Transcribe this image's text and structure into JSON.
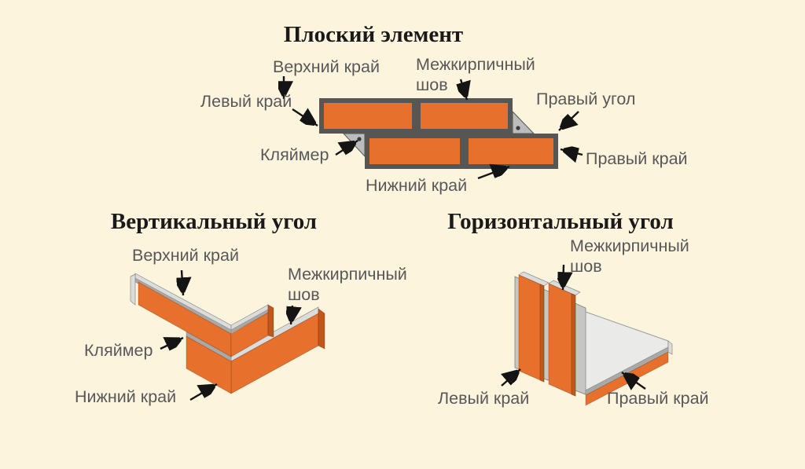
{
  "colors": {
    "background": "#FCF4DC",
    "brick_orange": "#E8702D",
    "brick_dark": "#C2571D",
    "seam_dark": "#565655",
    "clamp_gray": "#BCBCBC",
    "metal_light": "#DCDCDA",
    "metal_mid": "#A9A9A7",
    "plate_light": "#EAEAE8",
    "backing_gray": "#C6C6C4",
    "label_gray": "#58585A",
    "title_black": "#1A1A1A",
    "arrow_black": "#141414"
  },
  "diagrams": {
    "flat": {
      "title": "Плоский элемент",
      "labels": {
        "top_edge": "Верхний край",
        "seam": "Межкирпичный шов",
        "left_edge": "Левый край",
        "right_corner": "Правый угол",
        "clamp": "Кляймер",
        "right_edge": "Правый край",
        "bottom_edge": "Нижний край"
      }
    },
    "vertical": {
      "title": "Вертикальный угол",
      "labels": {
        "top_edge": "Верхний край",
        "seam": "Межкирпичный шов",
        "clamp": "Кляймер",
        "bottom_edge": "Нижний край"
      }
    },
    "horizontal": {
      "title": "Горизонтальный угол",
      "labels": {
        "seam": "Межкирпичный шов",
        "left_edge": "Левый край",
        "right_edge": "Правый край"
      }
    }
  }
}
